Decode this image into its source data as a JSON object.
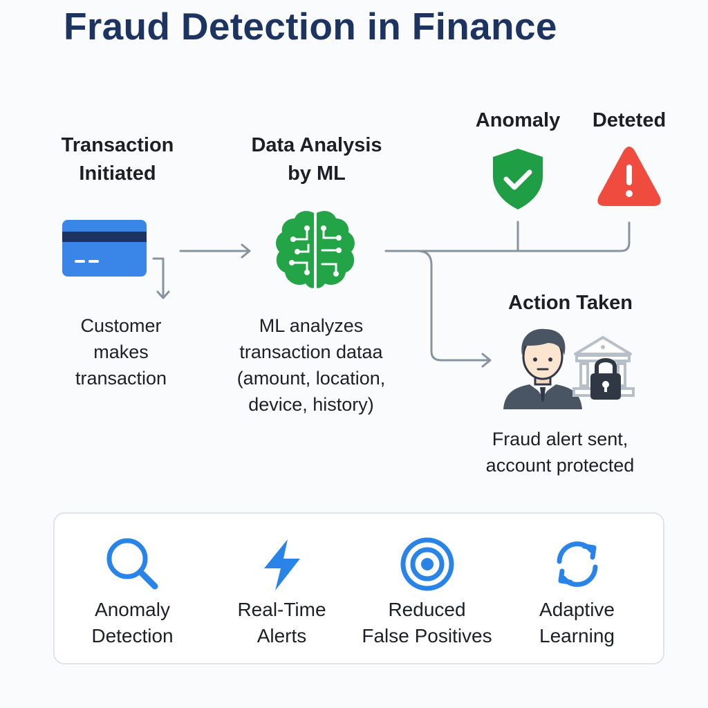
{
  "title": "Fraud Detection in Finance",
  "steps": {
    "transaction": {
      "heading": [
        "Transaction",
        "Initiated"
      ],
      "description": [
        "Customer",
        "makes",
        "transaction"
      ],
      "icon": "credit-card-icon"
    },
    "analysis": {
      "heading": [
        "Data Analysis",
        "by ML"
      ],
      "description": [
        "ML analyzes",
        "transaction dataa",
        "(amount, location,",
        "device, history)"
      ],
      "icon": "brain-circuit-icon"
    },
    "anomaly": {
      "label": "Anomaly",
      "icon": "shield-check-icon"
    },
    "detected": {
      "label": "Deteted",
      "icon": "warning-triangle-icon"
    },
    "action": {
      "heading": "Action Taken",
      "description": [
        "Fraud alert sent,",
        "account protected"
      ],
      "icons": [
        "person-icon",
        "bank-lock-icon"
      ]
    }
  },
  "benefits": [
    {
      "label": [
        "Anomaly",
        "Detection"
      ],
      "icon": "magnifier-icon"
    },
    {
      "label": [
        "Real-Time",
        "Alerts"
      ],
      "icon": "lightning-bolt-icon"
    },
    {
      "label": [
        "Reduced",
        "False Positives"
      ],
      "icon": "target-icon"
    },
    {
      "label": [
        "Adaptive",
        "Learning"
      ],
      "icon": "refresh-cycle-icon"
    }
  ],
  "colors": {
    "title": "#1d3461",
    "card_blue": "#3a86e8",
    "card_stripe": "#1d3461",
    "brain_green": "#22a447",
    "shield_green": "#1f9e45",
    "alert_red": "#ef4b3f",
    "icon_blue": "#2a84e8",
    "connector": "#8893a0",
    "person_dark": "#4a5563",
    "bank_grey": "#b7bfc9"
  }
}
